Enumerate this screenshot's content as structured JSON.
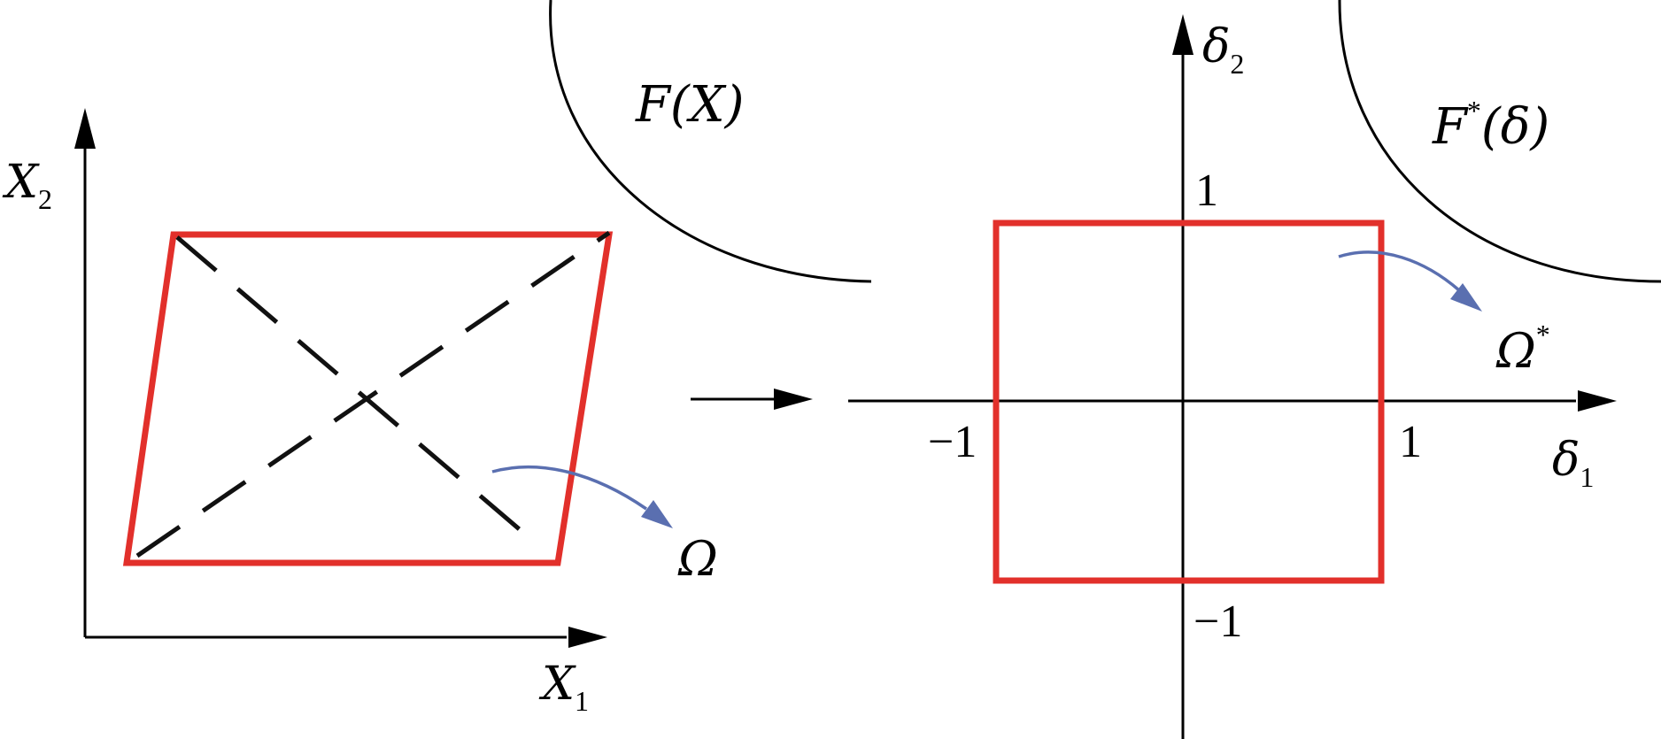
{
  "colors": {
    "region": "#e2302b",
    "axis": "#000000",
    "curve": "#000000",
    "pointer": "#5a6fb0"
  },
  "left_panel": {
    "x_axis": {
      "base": "X",
      "sub": "1"
    },
    "y_axis": {
      "base": "X",
      "sub": "2"
    },
    "objective": "F(X)",
    "region_label": "Ω",
    "region_shape": "parallelogram",
    "diagonals": "dashed"
  },
  "transform_arrow": "right-arrow",
  "right_panel": {
    "x_axis": {
      "base": "δ",
      "sub": "1"
    },
    "y_axis": {
      "base": "δ",
      "sub": "2"
    },
    "objective": {
      "base": "F",
      "sup": "*",
      "arg": "(δ)"
    },
    "region_label": {
      "base": "Ω",
      "sup": "*"
    },
    "ticks": {
      "x_neg": "−1",
      "x_pos": "1",
      "y_pos": "1",
      "y_neg": "−1"
    },
    "square": {
      "x_min": -1,
      "x_max": 1,
      "y_min": -1,
      "y_max": 1
    }
  }
}
